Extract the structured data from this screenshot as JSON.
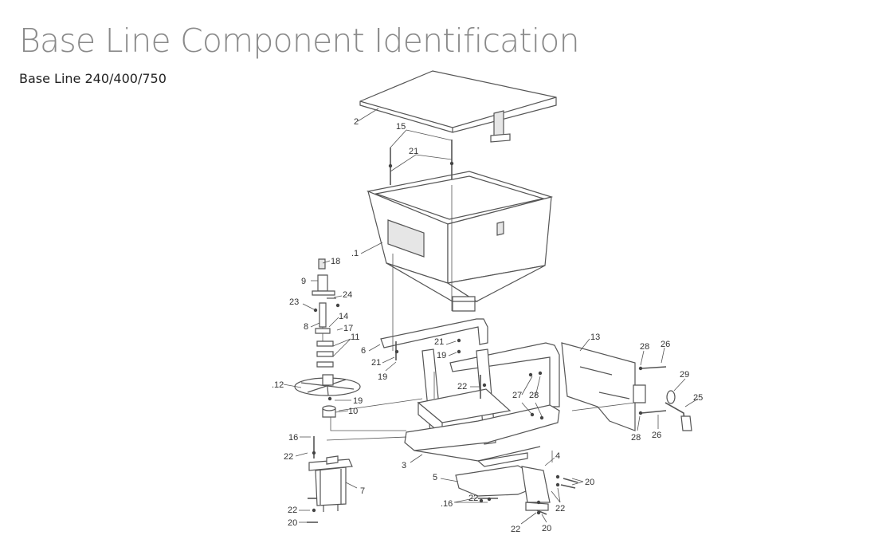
{
  "header": {
    "title": "Base Line Component Identification",
    "subtitle": "Base Line 240/400/750"
  },
  "callouts": {
    "c1": ".1",
    "c2": "2",
    "c3": "3",
    "c4": "4",
    "c5": "5",
    "c6": "6",
    "c7": "7",
    "c8": "8",
    "c9": "9",
    "c10": "10",
    "c11": "11",
    "c12": ".12",
    "c13": "13",
    "c14": "14",
    "c15": "15",
    "c16a": "16",
    "c16b": ".16",
    "c17": "17",
    "c18": "18",
    "c19a": "19",
    "c19b": "19",
    "c19c": "19",
    "c20a": "20",
    "c20b": "20",
    "c20c": "20",
    "c21a": "21",
    "c21b": "21",
    "c21c": "21",
    "c22a": "22",
    "c22b": "22",
    "c22c": "22",
    "c22d": "22",
    "c22e": "22",
    "c22f": "22",
    "c23": "23",
    "c24": "24",
    "c25": "25",
    "c26a": "26",
    "c26b": "26",
    "c27": "27",
    "c28a": "28",
    "c28b": "28",
    "c28c": "28",
    "c29": "29"
  }
}
